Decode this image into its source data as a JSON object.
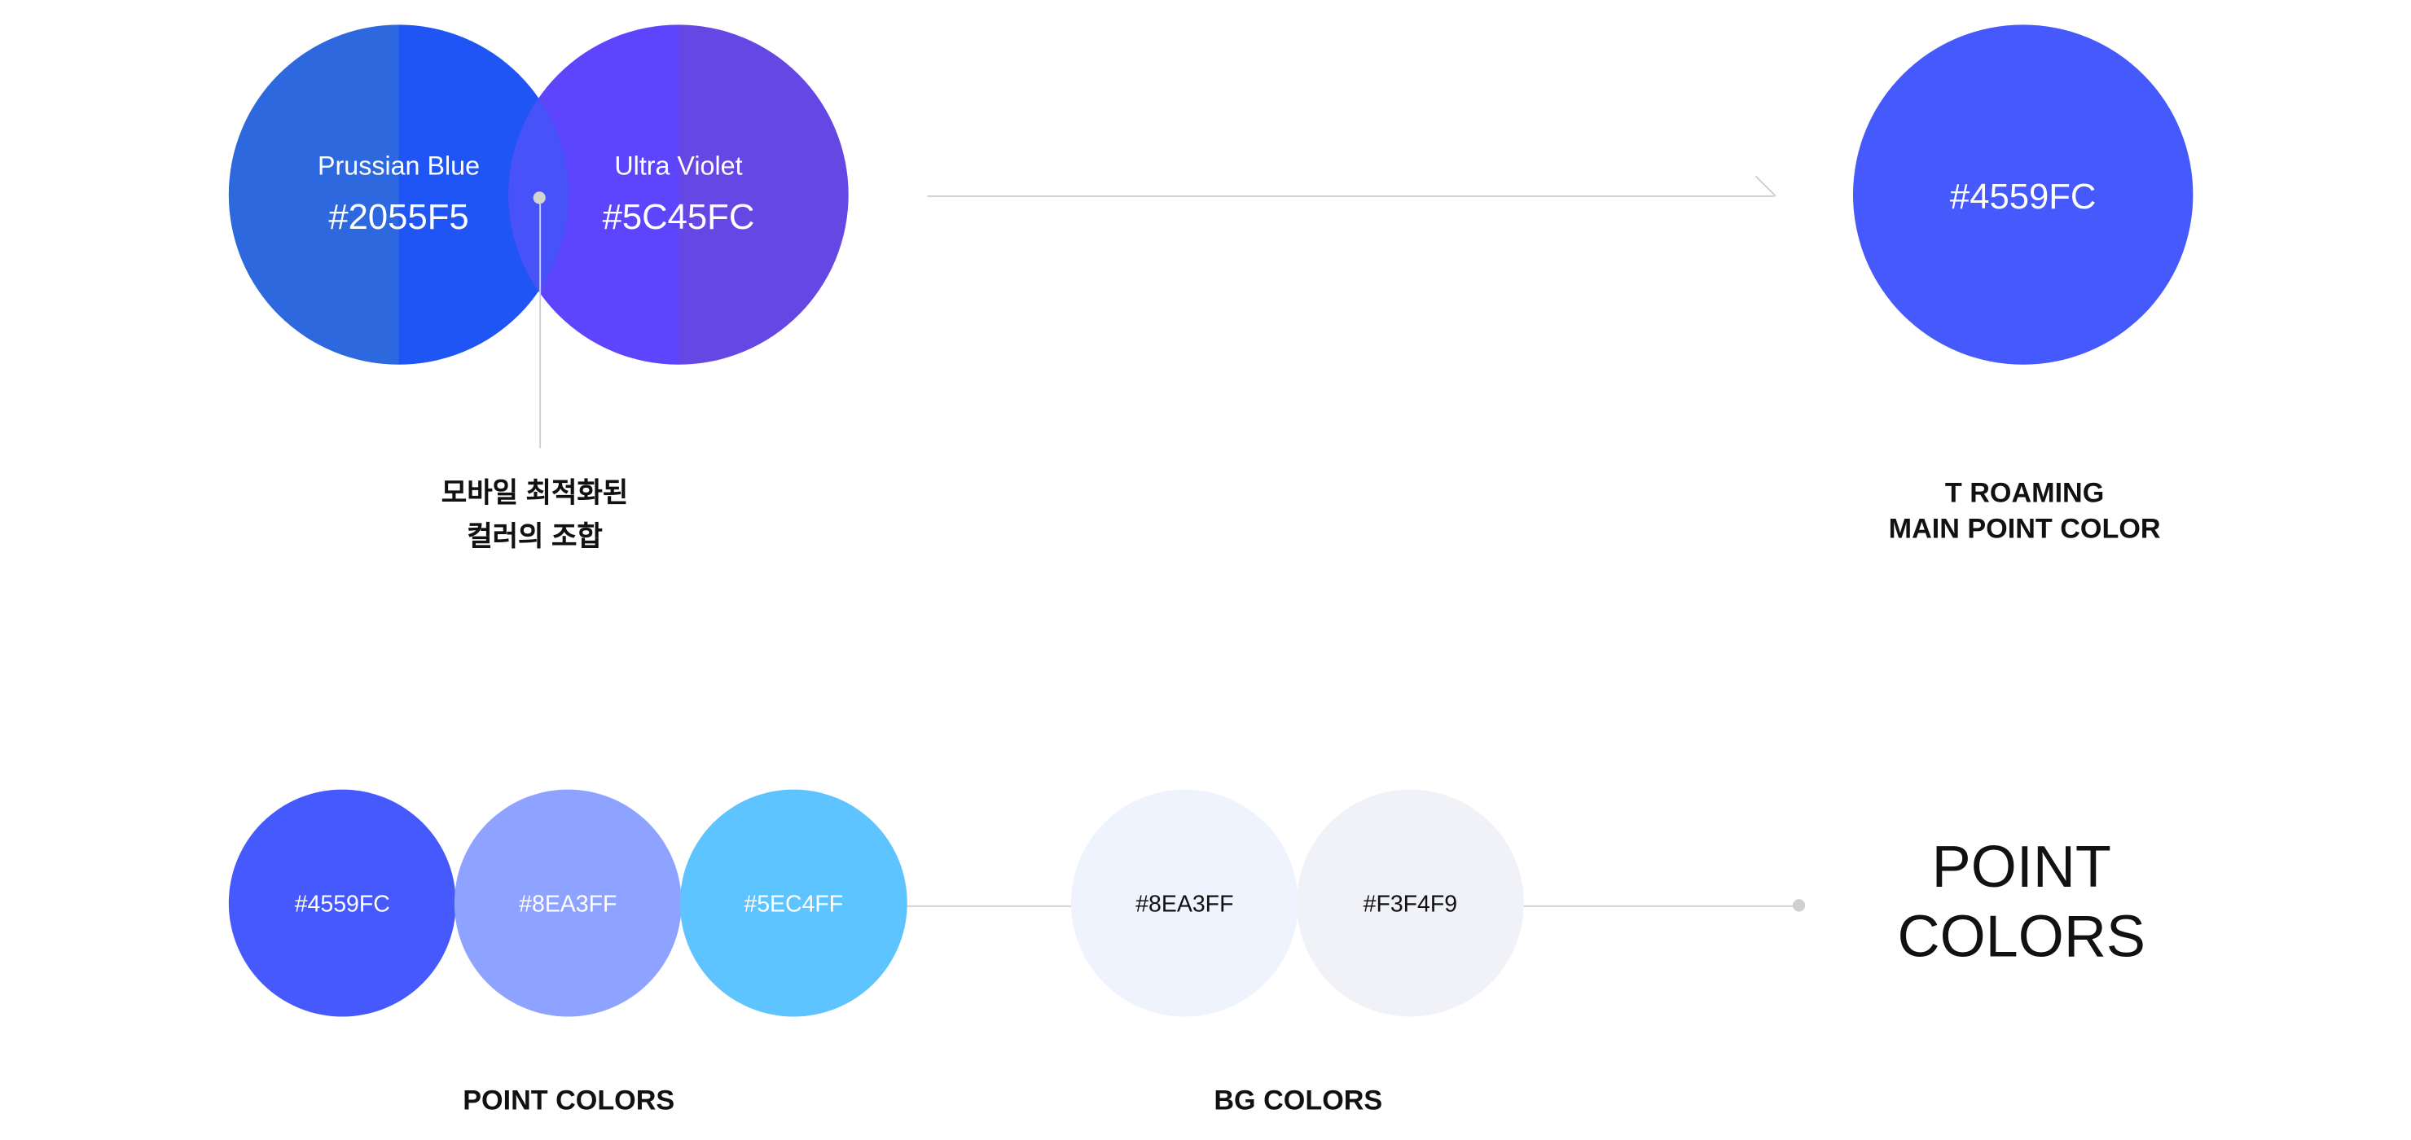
{
  "combo": {
    "left": {
      "name": "Prussian Blue",
      "hex": "#2055F5",
      "color": "#2055F5",
      "shade": "#2D68DE"
    },
    "right": {
      "name": "Ultra Violet",
      "hex": "#5C45FC",
      "color": "#5C45FC",
      "shade": "#6548E4"
    },
    "overlap_color": "#4753F8",
    "caption_line1": "모바일 최적화된",
    "caption_line2": "컬러의 조합"
  },
  "main": {
    "hex": "#4559FC",
    "color": "#4559FC",
    "caption_line1": "T ROAMING",
    "caption_line2": "MAIN POINT COLOR"
  },
  "point_colors": {
    "label": "POINT COLORS",
    "swatches": [
      {
        "hex": "#4559FC",
        "color": "#4559FC",
        "text_color": "#ffffff"
      },
      {
        "hex": "#8EA3FF",
        "color": "#8EA3FF",
        "text_color": "#ffffff"
      },
      {
        "hex": "#5EC4FF",
        "color": "#5EC4FF",
        "text_color": "#ffffff"
      }
    ]
  },
  "bg_colors": {
    "label": "BG COLORS",
    "swatches": [
      {
        "hex": "#8EA3FF",
        "color": "#EEF3FE",
        "text_color": "#111111"
      },
      {
        "hex": "#F3F4F9",
        "color": "#F1F2F8",
        "text_color": "#111111"
      }
    ]
  },
  "title": {
    "line1": "POINT",
    "line2": "COLORS"
  },
  "colors": {
    "connector": "#cfcfcf",
    "text": "#111111"
  }
}
